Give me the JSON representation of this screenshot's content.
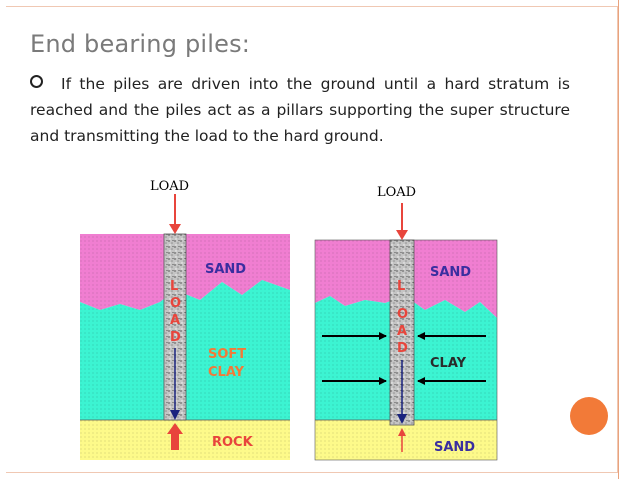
{
  "slide": {
    "title": "End bearing piles:",
    "body": "If the piles are driven into the ground until a hard stratum is reached and the piles act as a pillars supporting the super structure and transmitting the load to the hard ground."
  },
  "diagram_left": {
    "load_label": "LOAD",
    "pile_letters": [
      "L",
      "O",
      "A",
      "D"
    ],
    "layers": [
      "SAND",
      "SOFT CLAY",
      "ROCK"
    ],
    "layer_line1": "SOFT",
    "layer_line2": "CLAY"
  },
  "diagram_right": {
    "load_label": "LOAD",
    "pile_letters": [
      "L",
      "O",
      "A",
      "D"
    ],
    "layers": [
      "SAND",
      "CLAY",
      "SAND"
    ]
  },
  "colors": {
    "sand": "#f07ed1",
    "clay": "#3cf4d2",
    "bottom": "#fdfa8a",
    "pile": "#bdbdbd",
    "arrow_red": "#e8453c",
    "accent_orange": "#f27a38"
  }
}
